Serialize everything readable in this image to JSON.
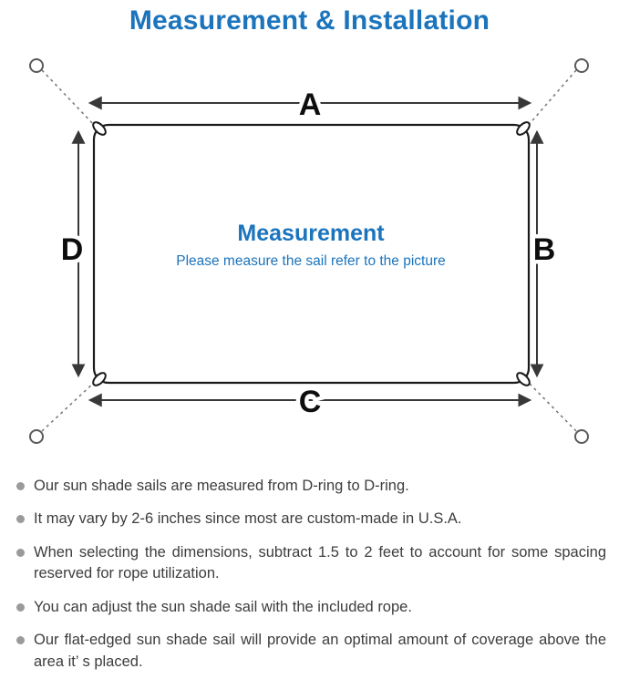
{
  "title": "Measurement & Installation",
  "diagram": {
    "labels": {
      "top": "A",
      "right": "B",
      "bottom": "C",
      "left": "D"
    },
    "center_title": "Measurement",
    "center_subtitle": "Please measure the sail refer to the picture",
    "colors": {
      "accent_blue": "#1b74bc",
      "outline_black": "#1a1a1a",
      "arrow_gray": "#383838",
      "dashed_gray": "#7a7a7a",
      "bullet_gray": "#9a9a9a"
    }
  },
  "notes": {
    "items": [
      "Our sun shade sails are measured from D-ring to D-ring.",
      "It may vary by 2-6 inches since most are custom-made in U.S.A.",
      "When selecting the dimensions, subtract 1.5 to 2 feet to account for some spacing reserved for rope utilization.",
      "You can adjust the sun shade sail with the included rope.",
      "Our flat-edged sun shade sail will provide an optimal amount of coverage above the area it’ s placed."
    ]
  }
}
